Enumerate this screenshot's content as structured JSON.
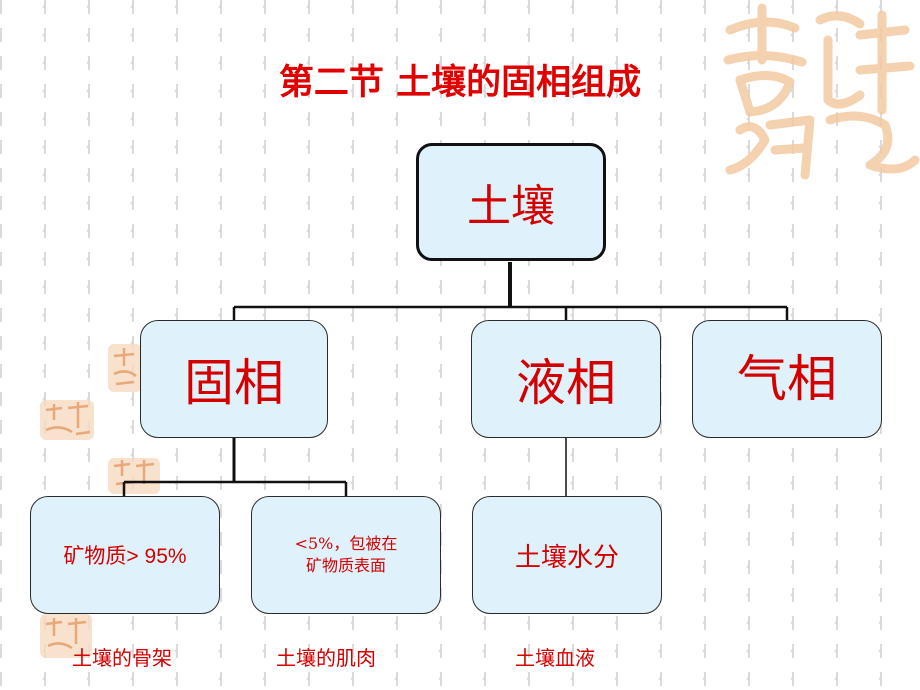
{
  "slide": {
    "title": "第二节 土壤的固相组成"
  },
  "diagram": {
    "root": "土壤",
    "phases": {
      "solid": "固相",
      "liquid": "液相",
      "gas": "气相"
    },
    "solid_children": {
      "mineral": "矿物质> 95%",
      "organic_line1": "<5%，包被在",
      "organic_line2": "矿物质表面"
    },
    "liquid_children": {
      "water": "土壤水分"
    },
    "captions": {
      "mineral": "土壤的骨架",
      "organic": "土壤的肌肉",
      "water": "土壤血液"
    }
  },
  "colors": {
    "title": "#e00000",
    "node_text": "#d40000",
    "node_fill": "#dff2fb",
    "decoration": "#f3c9a2"
  },
  "decorations": {
    "logo_icon": "ji-xiang-ru-yi-seal"
  }
}
